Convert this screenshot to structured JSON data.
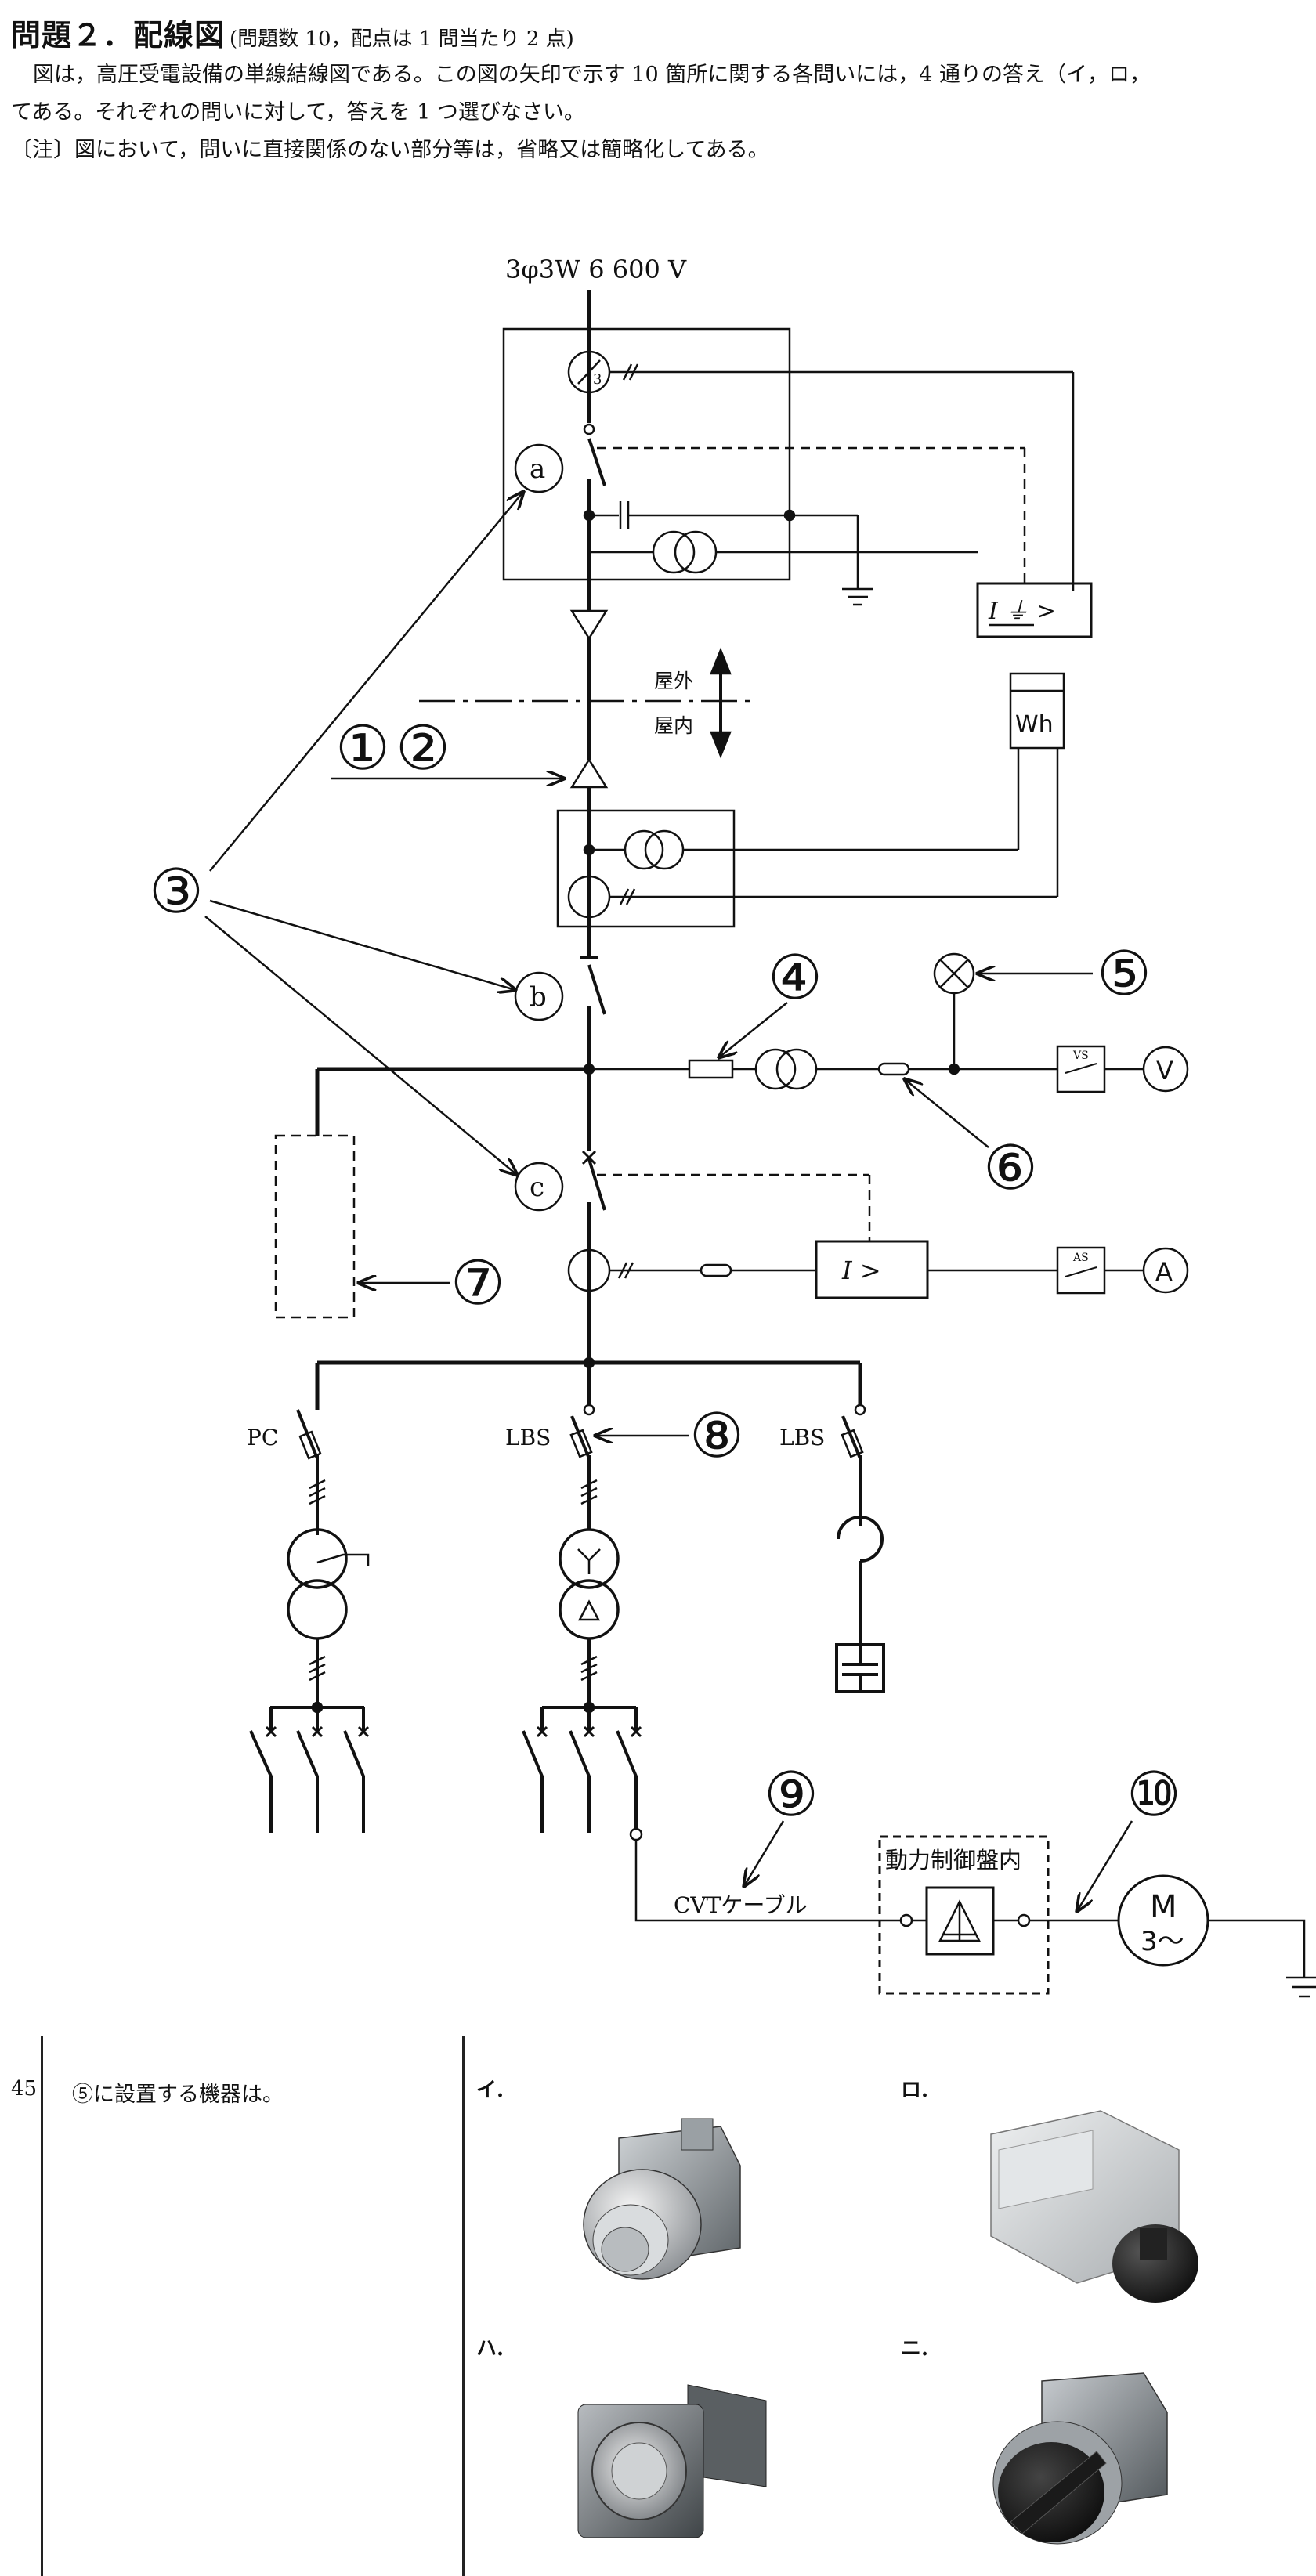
{
  "header": {
    "title": "問題２．配線図",
    "title_note": "(問題数 10，配点は 1 問当たり 2 点)",
    "line1": "図は，高圧受電設備の単線結線図である。この図の矢印で示す 10 箇所に関する各問いには，4 通りの答え（イ，ロ，",
    "line2": "てある。それぞれの問いに対して，答えを 1 つ選びなさい。",
    "line3": "〔注〕図において，問いに直接関係のない部分等は，省略又は簡略化してある。"
  },
  "diagram": {
    "supply": "3φ3W  6 600 V",
    "outdoor": "屋外",
    "indoor": "屋内",
    "ct_ratio": "3",
    "ocgr": "I ⏚ >",
    "wh": "Wh",
    "vs": "VS",
    "as": "AS",
    "voltmeter": "V",
    "ammeter": "A",
    "ocr": "I >",
    "pc": "PC",
    "lbs1": "LBS",
    "lbs2": "LBS",
    "cvt": "CVTケーブル",
    "panel": "動力制御盤内",
    "motor_m": "M",
    "motor_3": "3〜",
    "letters": [
      "a",
      "b",
      "c"
    ],
    "numbers": [
      "①",
      "②",
      "③",
      "④",
      "⑤",
      "⑥",
      "⑦",
      "⑧",
      "⑨",
      "⑩"
    ]
  },
  "question": {
    "number": "45",
    "text": "⑤に設置する機器は。",
    "options": [
      "イ.",
      "ロ.",
      "ハ.",
      "ニ."
    ]
  }
}
